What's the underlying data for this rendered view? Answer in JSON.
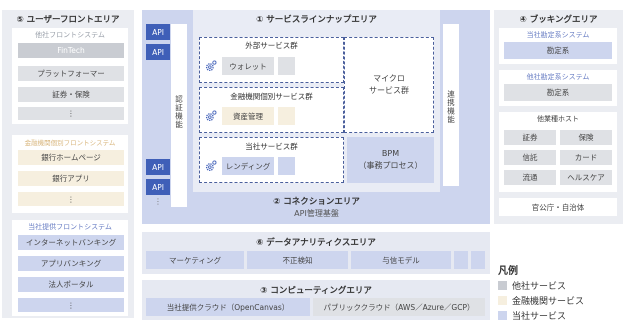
{
  "user_front": {
    "title": "⑤ ユーザーフロントエリア",
    "other": {
      "subtitle": "他社フロントシステム",
      "items": [
        "FinTech",
        "プラットフォーマー",
        "証券・保険",
        "⋮"
      ]
    },
    "fin": {
      "subtitle": "金融機関個別フロントシステム",
      "items": [
        "銀行ホームページ",
        "銀行アプリ",
        "⋮"
      ]
    },
    "own": {
      "subtitle": "当社提供フロントシステム",
      "items": [
        "インターネットバンキング",
        "アプリバンキング",
        "法人ポータル",
        "⋮"
      ]
    }
  },
  "lineup": {
    "title": "① サービスラインナップエリア",
    "api": "API",
    "auth": "認証機能",
    "integ": "連携機能",
    "ext": {
      "title": "外部サービス群",
      "item": "ウォレット"
    },
    "fin": {
      "title": "金融機関個別サービス群",
      "item": "資産管理"
    },
    "own": {
      "title": "当社サービス群",
      "item": "レンディング"
    },
    "micro": "マイクロ\nサービス群",
    "bpm": "BPM\n（事務プロセス）",
    "dots": "⋮"
  },
  "connection": {
    "title": "② コネクションエリア",
    "sub": "API管理基盤"
  },
  "analytics": {
    "title": "⑥ データアナリティクスエリア",
    "items": [
      "マーケティング",
      "不正検知",
      "与信モデル"
    ]
  },
  "computing": {
    "title": "③ コンピューティングエリア",
    "items": [
      "当社提供クラウド（OpenCanvas）",
      "パブリッククラウド（AWS／Azure／GCP）"
    ]
  },
  "booking": {
    "title": "④ ブッキングエリア",
    "own": {
      "subtitle": "当社勘定系システム",
      "item": "勘定系"
    },
    "other": {
      "subtitle": "他社勘定系システム",
      "item": "勘定系"
    },
    "host": {
      "subtitle": "他業種ホスト",
      "items": [
        "証券",
        "保険",
        "信託",
        "カード",
        "流通",
        "ヘルスケア"
      ]
    },
    "gov": "官公庁・自治体"
  },
  "legend": {
    "title": "凡例",
    "items": [
      {
        "label": "他社サービス",
        "color": "#c9ccd2"
      },
      {
        "label": "金融機関サービス",
        "color": "#f6efdf"
      },
      {
        "label": "当社サービス",
        "color": "#cdd5ee"
      }
    ]
  }
}
